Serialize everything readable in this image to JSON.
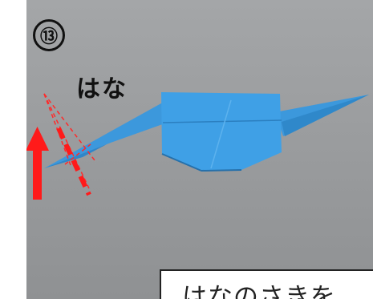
{
  "step": {
    "number": "⑬"
  },
  "labels": {
    "hana": "はな"
  },
  "caption": {
    "text": "はなのさきを"
  },
  "colors": {
    "background": "#9a9c9e",
    "paper_blue": "#3d9be0",
    "arrow_red": "#ff1a1a"
  }
}
